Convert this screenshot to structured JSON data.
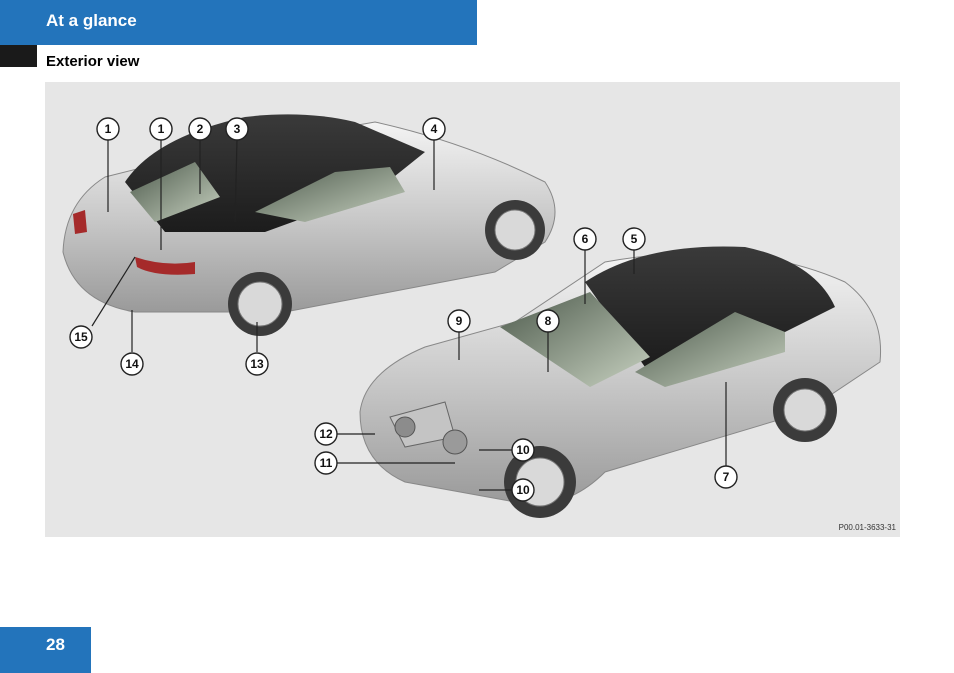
{
  "header": {
    "title": "At a glance",
    "color": "#2374bb"
  },
  "section": {
    "title": "Exterior view"
  },
  "figure": {
    "code": "P00.01-3633-31",
    "callouts": [
      "1",
      "1",
      "2",
      "3",
      "4",
      "5",
      "6",
      "8",
      "9",
      "10",
      "10",
      "11",
      "12",
      "7",
      "15",
      "14",
      "13"
    ],
    "icons": [
      "car-rear-illustration",
      "car-front-illustration"
    ]
  },
  "footer": {
    "page_number": "28"
  }
}
